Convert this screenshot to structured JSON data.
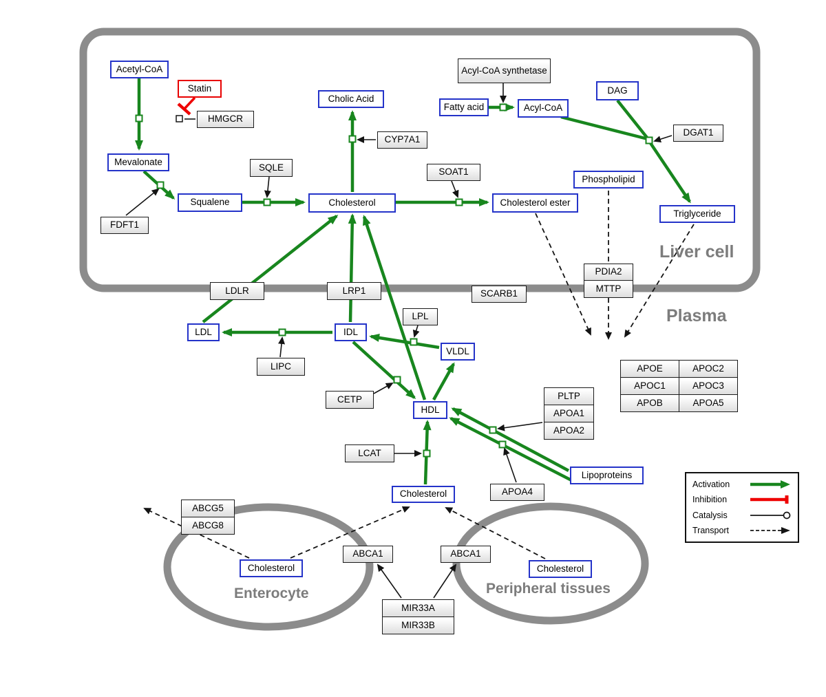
{
  "palette": {
    "activation_green": "#18861e",
    "inhibition_red": "#ee0000",
    "metabolite_border_blue": "#2433c9",
    "membrane_gray": "#8c8c8c",
    "compartment_label_gray": "#7c7c7c"
  },
  "compartments": {
    "liver": "Liver cell",
    "plasma": "Plasma",
    "enterocyte": "Enterocyte",
    "peripheral": "Peripheral tissues"
  },
  "nodes": {
    "acetyl_coa": "Acetyl-CoA",
    "statin": "Statin",
    "hmgcr": "HMGCR",
    "mevalonate": "Mevalonate",
    "fdft1": "FDFT1",
    "squalene": "Squalene",
    "sqle": "SQLE",
    "cholesterol_liver": "Cholesterol",
    "cholic_acid": "Cholic Acid",
    "cyp7a1": "CYP7A1",
    "soat1": "SOAT1",
    "cholesterol_ester": "Cholesterol ester",
    "fatty_acid": "Fatty acid",
    "acyl_coa_synthetase": "Acyl-CoA synthetase",
    "acyl_coa": "Acyl-CoA",
    "dag": "DAG",
    "dgat1": "DGAT1",
    "phospholipid": "Phospholipid",
    "triglyceride": "Triglyceride",
    "ldlr": "LDLR",
    "lrp1": "LRP1",
    "scarb1": "SCARB1",
    "pdia2": "PDIA2",
    "mttp": "MTTP",
    "ldl": "LDL",
    "idl": "IDL",
    "vldl": "VLDL",
    "lipc": "LIPC",
    "lpl": "LPL",
    "cetp": "CETP",
    "hdl": "HDL",
    "lcat": "LCAT",
    "pltp": "PLTP",
    "apoa1": "APOA1",
    "apoa2": "APOA2",
    "apoa4": "APOA4",
    "lipoproteins": "Lipoproteins",
    "cholesterol_plasma": "Cholesterol",
    "abcg5": "ABCG5",
    "abcg8": "ABCG8",
    "cholesterol_enterocyte": "Cholesterol",
    "abca1_enterocyte": "ABCA1",
    "abca1_peripheral": "ABCA1",
    "cholesterol_peripheral": "Cholesterol",
    "mir33a": "MIR33A",
    "mir33b": "MIR33B"
  },
  "apo_table": [
    [
      "APOE",
      "APOC2"
    ],
    [
      "APOC1",
      "APOC3"
    ],
    [
      "APOB",
      "APOA5"
    ]
  ],
  "legend": {
    "activation": "Activation",
    "inhibition": "Inhibition",
    "catalysis": "Catalysis",
    "transport": "Transport"
  }
}
